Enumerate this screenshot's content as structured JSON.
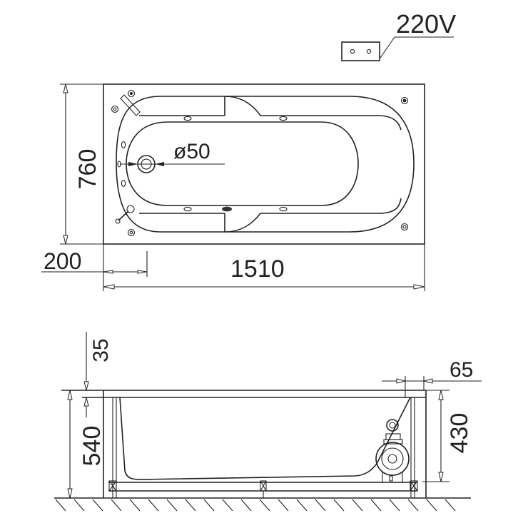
{
  "diagram": {
    "subject": "bathtub technical dimension drawing",
    "units": "mm",
    "power_label": "220V",
    "top_view": {
      "width_label": "760",
      "length_label": "1510",
      "offset_label": "200",
      "drain_diameter_label": "ø50"
    },
    "side_view": {
      "rim_thickness_label": "35",
      "total_height_label": "540",
      "inner_height_label": "430",
      "end_offset_label": "65"
    },
    "stroke_color": "#222222",
    "background_color": "#ffffff"
  }
}
